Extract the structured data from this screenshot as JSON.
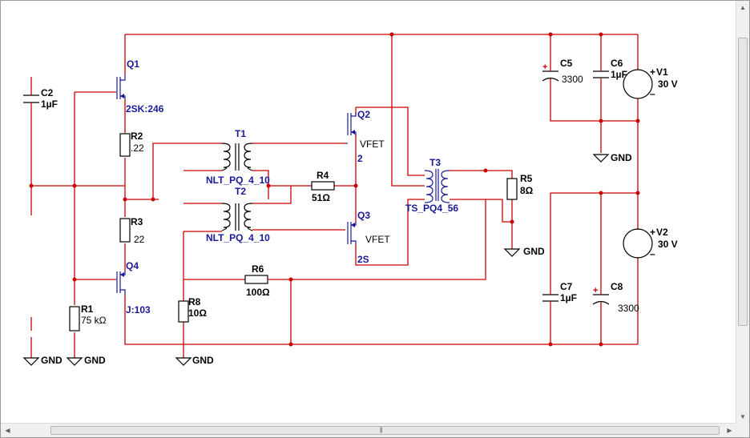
{
  "components": {
    "q1": {
      "ref": "Q1",
      "value": "2SK:246"
    },
    "q2": {
      "ref": "Q2",
      "value": "VFET",
      "value2": "2"
    },
    "q3": {
      "ref": "Q3",
      "value": "VFET",
      "value2": "2S"
    },
    "q4": {
      "ref": "Q4",
      "value": "J:103"
    },
    "c2": {
      "ref": "C2",
      "value": "1µF"
    },
    "r1": {
      "ref": "R1",
      "value": "75 kΩ"
    },
    "r2": {
      "ref": "R2",
      "value": ".22"
    },
    "r3": {
      "ref": "R3",
      "value": "22"
    },
    "r4": {
      "ref": "R4",
      "value": "51Ω"
    },
    "r5": {
      "ref": "R5",
      "value": "8Ω"
    },
    "r6": {
      "ref": "R6",
      "value": "100Ω"
    },
    "r8": {
      "ref": "R8",
      "value": "10Ω"
    },
    "t1": {
      "ref": "T1",
      "value": "NLT_PQ_4_10"
    },
    "t2": {
      "ref": "T2",
      "value": "NLT_PQ_4_10"
    },
    "t3": {
      "ref": "T3",
      "value": "TS_PQ4_56"
    },
    "c5": {
      "ref": "C5",
      "value": "3300"
    },
    "c6": {
      "ref": "C6",
      "value": "1µF"
    },
    "c7": {
      "ref": "C7",
      "value": "1µF"
    },
    "c8": {
      "ref": "C8",
      "value": "3300"
    },
    "v1": {
      "ref": "V1",
      "value": "30 V",
      "plus": "+",
      "minus": "–"
    },
    "v2": {
      "ref": "V2",
      "value": "30 V",
      "plus": "+",
      "minus": "–"
    }
  },
  "grounds": {
    "label": "GND"
  },
  "polarity": {
    "plus": "+"
  },
  "colors": {
    "wire": "#cc0000",
    "part_label": "#1a1a99",
    "component": "#000000"
  },
  "scrollbar": {
    "grip": "|||"
  }
}
